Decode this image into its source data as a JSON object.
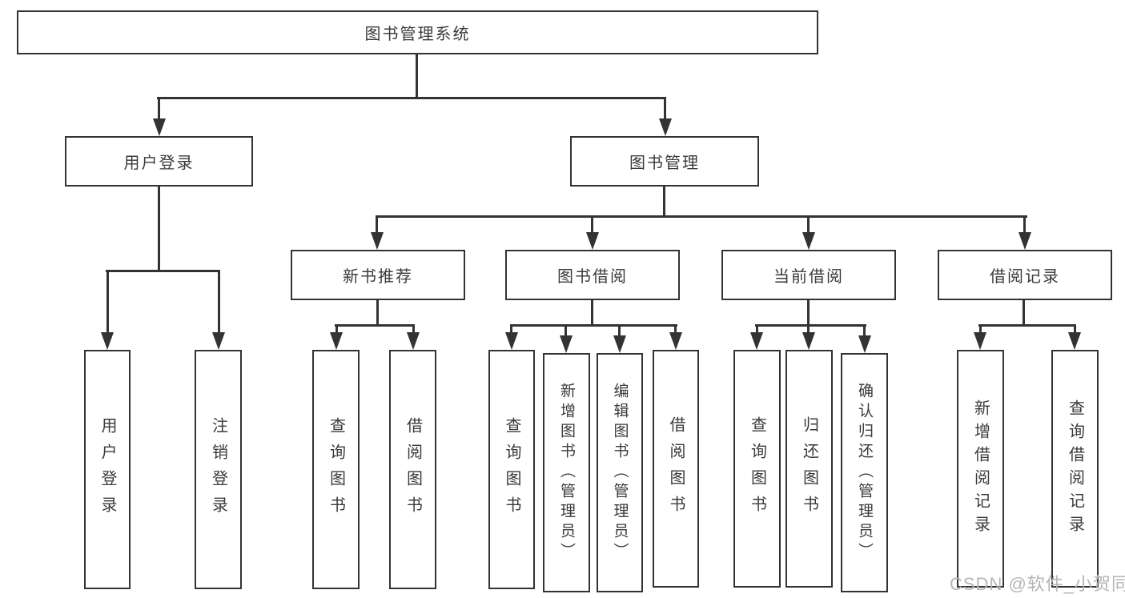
{
  "root": {
    "label": "图书管理系统"
  },
  "level2": {
    "user_login": {
      "label": "用户登录"
    },
    "book_mgmt": {
      "label": "图书管理"
    }
  },
  "level3": {
    "new_book": {
      "label": "新书推荐"
    },
    "book_borrow": {
      "label": "图书借阅"
    },
    "current_borrow": {
      "label": "当前借阅"
    },
    "borrow_records": {
      "label": "借阅记录"
    }
  },
  "leaves": {
    "user_login": [
      "用户登录",
      "注销登录"
    ],
    "new_book": [
      "查询图书",
      "借阅图书"
    ],
    "book_borrow": [
      "查询图书",
      "新增图书（管理员）",
      "编辑图书（管理员）",
      "借阅图书"
    ],
    "current_borrow": [
      "查询图书",
      "归还图书",
      "确认归还（管理员）"
    ],
    "borrow_records": [
      "新增借阅记录",
      "查询借阅记录"
    ]
  },
  "watermark": {
    "text": "CSDN @软件_小贺同学"
  },
  "colors": {
    "line": "#333333",
    "text": "#3a3a3a",
    "watermark": "#b5b5b5",
    "background": "#ffffff"
  }
}
